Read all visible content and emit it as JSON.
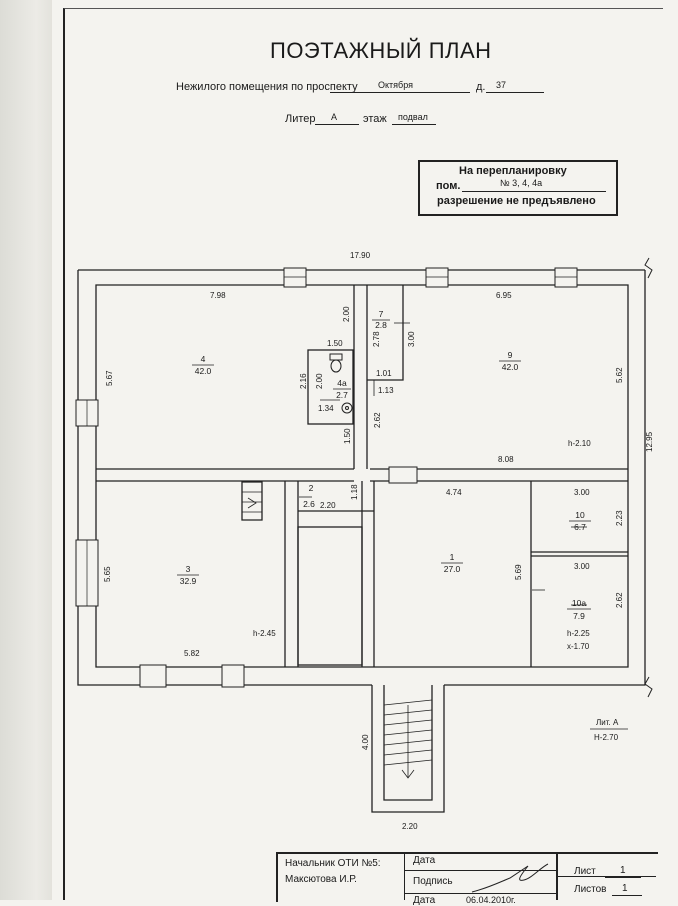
{
  "header": {
    "title": "ПОЭТАЖНЫЙ ПЛАН",
    "line1_prefix": "Нежилого помещения по проспекту",
    "street": "Октября",
    "house_label": "д.",
    "house_number": "37",
    "liter_label": "Литер",
    "liter_value": "А",
    "floor_label": "этаж",
    "floor_value": "подвал"
  },
  "stamp": {
    "line1": "На перепланировку",
    "line2_label": "пом.",
    "line2_value": "№ 3, 4, 4а",
    "line3": "разрешение не предъявлено"
  },
  "plan": {
    "dimensions": [
      "17.90",
      "7.98",
      "6.95",
      "12.95",
      "5.67",
      "5.62",
      "2.00",
      "2.78",
      "3.00",
      "1.50",
      "2.16",
      "2.00",
      "1.01",
      "1.13",
      "1.34",
      "2.62",
      "1.50",
      "8.08",
      "4.74",
      "3.00",
      "2.23",
      "1.18",
      "2.20",
      "5.65",
      "5.69",
      "3.00",
      "2.62",
      "5.82",
      "4.00",
      "2.20"
    ],
    "rooms": [
      {
        "number": "4",
        "area": "42.0"
      },
      {
        "number": "7",
        "area": "2.8"
      },
      {
        "number": "9",
        "area": "42.0"
      },
      {
        "number": "4а",
        "area": "2.7"
      },
      {
        "number": "2",
        "area": "2.6"
      },
      {
        "number": "3",
        "area": "32.9"
      },
      {
        "number": "1",
        "area": "27.0"
      },
      {
        "number": "10",
        "area": "6.7"
      },
      {
        "number": "10а",
        "area": "7.9"
      }
    ],
    "heights": [
      "h-2.10",
      "h-2.45",
      "h-2.25",
      "x-1.70"
    ],
    "liter_tag": "Лит. А",
    "liter_height": "Н-2.70"
  },
  "title_block": {
    "head_label": "Начальник ОТИ №5:",
    "head_name": "Максютова И.Р.",
    "date_label": "Дата",
    "sign_label": "Подпись",
    "date2_label": "Дата",
    "date2_value": "06.04.2010г.",
    "sheet_label": "Лист",
    "sheet_value": "1",
    "sheets_label": "Листов",
    "sheets_value": "1"
  }
}
